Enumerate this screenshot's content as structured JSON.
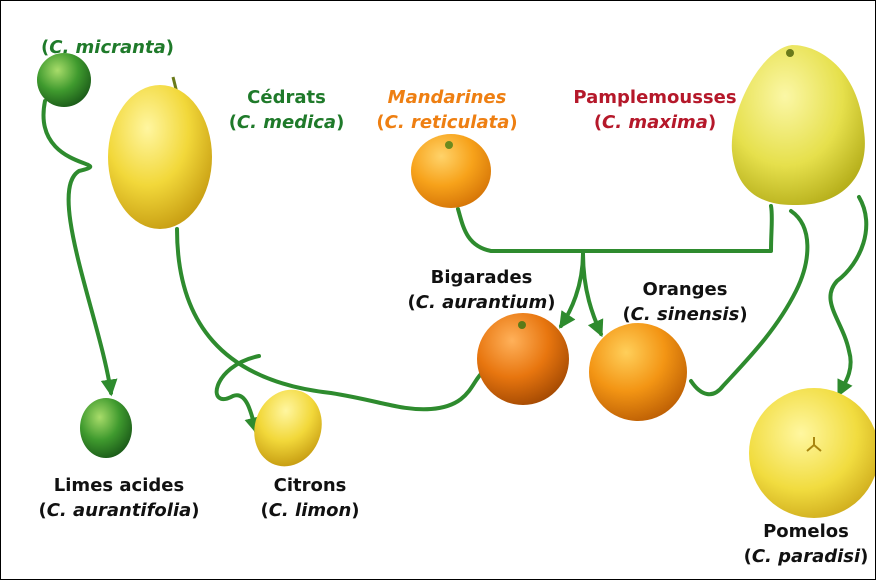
{
  "colors": {
    "arrow": "#2e8b2e",
    "cedrat_label": "#1f7a2a",
    "mandarine_label": "#ee7f12",
    "pamplemousse_label": "#b5182a",
    "hybrid_label": "#111111"
  },
  "nodes": {
    "micranta": {
      "common": "",
      "scientific": "C. micranta"
    },
    "cedrats": {
      "common": "Cédrats",
      "scientific": "C. medica"
    },
    "mandarines": {
      "common": "Mandarines",
      "scientific": "C. reticulata"
    },
    "pamplemousses": {
      "common": "Pamplemousses",
      "scientific": "C. maxima"
    },
    "bigarades": {
      "common": "Bigarades",
      "scientific": "C. aurantium"
    },
    "oranges": {
      "common": "Oranges",
      "scientific": "C. sinensis"
    },
    "limes": {
      "common": "Limes acides",
      "scientific": "C. aurantifolia"
    },
    "citrons": {
      "common": "Citrons",
      "scientific": "C. limon"
    },
    "pomelos": {
      "common": "Pomelos",
      "scientific": "C. paradisi"
    }
  }
}
